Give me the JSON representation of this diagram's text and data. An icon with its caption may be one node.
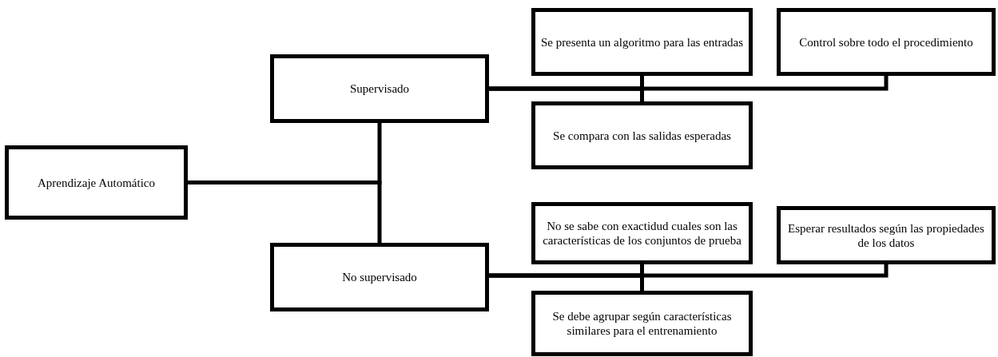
{
  "diagram": {
    "nodes": [
      {
        "text": [
          "Aprendizaje Automático"
        ]
      },
      {
        "text": [
          "Supervisado"
        ]
      },
      {
        "text": [
          "No supervisado"
        ]
      },
      {
        "text": [
          "Se presenta un algoritmo para las entradas"
        ]
      },
      {
        "text": [
          "Control sobre todo el procedimiento"
        ]
      },
      {
        "text": [
          "Se compara con las salidas esperadas"
        ]
      },
      {
        "text": [
          "No se sabe con exactidud cuales son las características de los conjuntos de prueba"
        ]
      },
      {
        "text": [
          "Esperar resultados según las propiedades de los datos"
        ]
      },
      {
        "text": [
          "Se debe agrupar según características similares para el entrenamiento"
        ]
      }
    ],
    "edges": [
      {
        "from": 0,
        "to": 1,
        "arrow": "none"
      },
      {
        "from": 0,
        "to": 2,
        "arrow": "none"
      },
      {
        "from": 1,
        "to": 3,
        "arrow": "none"
      },
      {
        "from": 1,
        "to": 5,
        "arrow": "none"
      },
      {
        "from": 1,
        "to": 4,
        "arrow": "none"
      },
      {
        "from": 2,
        "to": 6,
        "arrow": "none"
      },
      {
        "from": 2,
        "to": 8,
        "arrow": "none"
      },
      {
        "from": 2,
        "to": 7,
        "arrow": "none"
      }
    ]
  }
}
